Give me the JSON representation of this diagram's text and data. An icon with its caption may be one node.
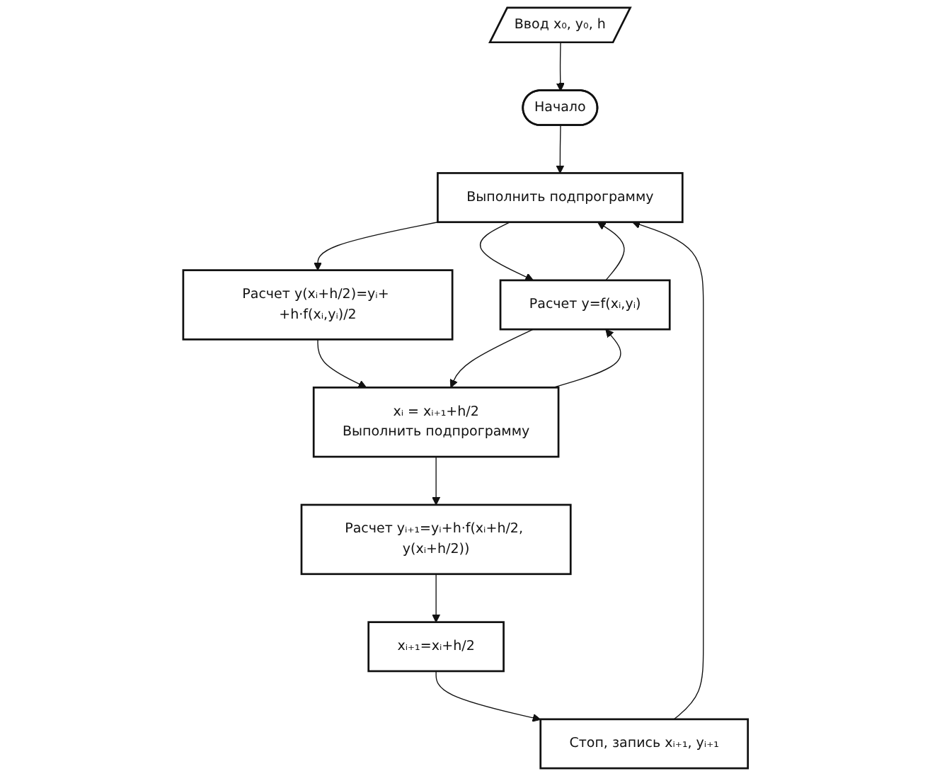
{
  "diagram": {
    "nodes": [
      {
        "text": [
          "Ввод x₀, y₀, h"
        ]
      },
      {
        "text": [
          "Начало"
        ]
      },
      {
        "text": [
          "Выполнить подпрограмму"
        ]
      },
      {
        "text": [
          "Расчет y=f(xᵢ,yᵢ)"
        ]
      },
      {
        "text": [
          "Расчет y(xᵢ+h/2)=yᵢ+ +h·f(xᵢ,yᵢ)/2"
        ]
      },
      {
        "text": [
          "xᵢ = xᵢ₊₁+h/2",
          "Выполнить подпрограмму"
        ]
      },
      {
        "text": [
          "xᵢ₊₁=xᵢ+h/2"
        ]
      },
      {
        "text": [
          "Расчет yᵢ₊₁=yᵢ+h·f(xᵢ+h/2, y(xᵢ+h/2))"
        ]
      },
      {
        "text": [
          "Стоп, запись xᵢ₊₁, yᵢ₊₁"
        ]
      }
    ],
    "edges": [
      {
        "from": 0,
        "to": 1,
        "arrow": "to"
      },
      {
        "from": 1,
        "to": 2,
        "arrow": "to"
      },
      {
        "from": 2,
        "to": 3,
        "arrow": "to"
      },
      {
        "from": 3,
        "to": 2,
        "arrow": "to"
      },
      {
        "from": 2,
        "to": 4,
        "arrow": "to"
      },
      {
        "from": 4,
        "to": 5,
        "arrow": "to"
      },
      {
        "from": 5,
        "to": 3,
        "arrow": "to"
      },
      {
        "from": 3,
        "to": 5,
        "arrow": "to"
      },
      {
        "from": 5,
        "to": 7,
        "arrow": "to"
      },
      {
        "from": 7,
        "to": 6,
        "arrow": "to"
      },
      {
        "from": 6,
        "to": 8,
        "arrow": "to"
      },
      {
        "from": 8,
        "to": 2,
        "arrow": "to"
      }
    ]
  }
}
